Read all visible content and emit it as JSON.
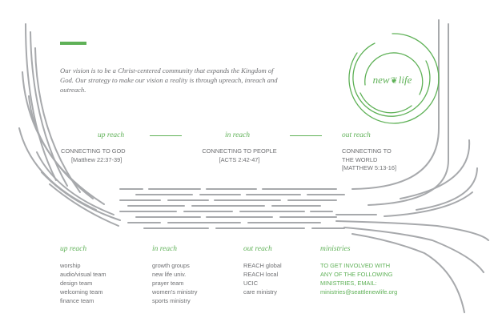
{
  "colors": {
    "accent": "#5fb157",
    "text": "#6d6e71",
    "lines": "#a7a9ac"
  },
  "vision": "Our vision is to be a Christ-centered community that expands the Kingdom of God. Our strategy to make our vision a reality is through upreach, inreach and outreach.",
  "logo": {
    "word1": "new",
    "leaf": "❦",
    "word2": "life"
  },
  "reach_columns": [
    {
      "heading": "up reach",
      "line1": "CONNECTING TO GOD",
      "line2": "[Matthew 22:37-39]",
      "line3": ""
    },
    {
      "heading": "in reach",
      "line1": "CONNECTING TO PEOPLE",
      "line2": "[ACTS 2:42-47]",
      "line3": ""
    },
    {
      "heading": "out reach",
      "line1": "CONNECTING TO",
      "line2": "THE WORLD",
      "line3": "[MATTHEW 5:13-16]"
    }
  ],
  "teams": [
    {
      "heading": "up reach",
      "items": [
        "worship",
        "audio/visual team",
        "design team",
        "welcoming team",
        "finance team"
      ]
    },
    {
      "heading": "in reach",
      "items": [
        "growth groups",
        "new life univ.",
        "prayer team",
        "women's ministry",
        "sports ministry"
      ]
    },
    {
      "heading": "out reach",
      "items": [
        "REACH global",
        "REACH local",
        "UCIC",
        "care ministry"
      ]
    }
  ],
  "ministries": {
    "heading": "ministries",
    "lines": [
      "TO GET INVOLVED WITH",
      "ANY OF THE FOLLOWING",
      "MINISTRIES, EMAIL:",
      "ministries@seattlenewlife.org"
    ]
  }
}
